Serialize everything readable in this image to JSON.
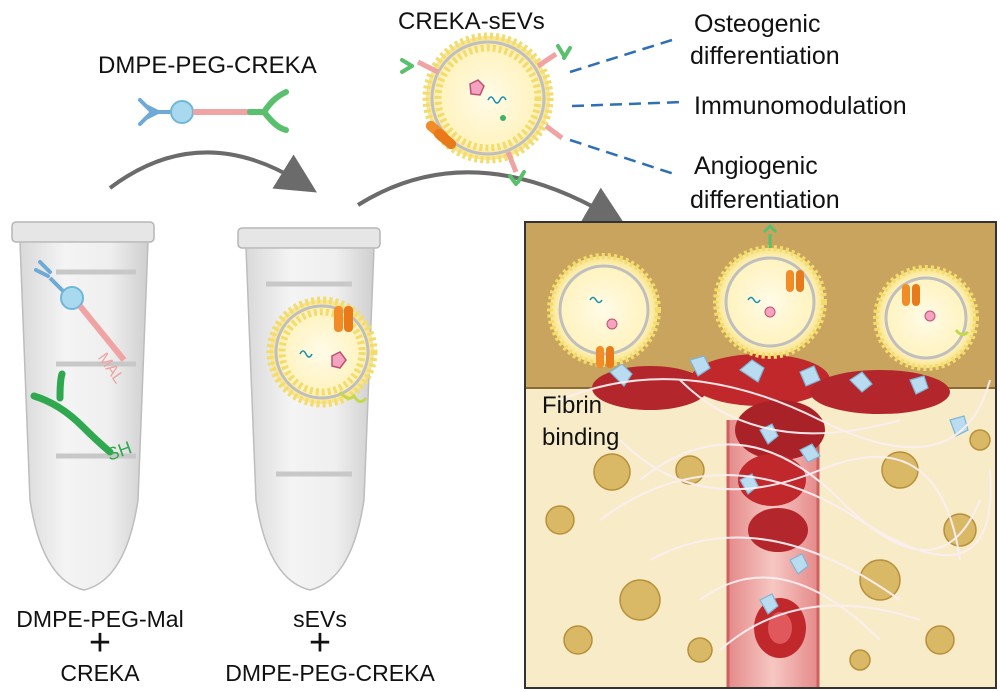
{
  "figure": {
    "linker_label": "DMPE-PEG-CREKA",
    "vesicle_label": "CREKA-sEVs",
    "effects": [
      {
        "line1": "Osteogenic",
        "line2": "differentiation"
      },
      {
        "line1": "Immunomodulation",
        "line2": ""
      },
      {
        "line1": "Angiogenic",
        "line2": "differentiation"
      }
    ],
    "tube1": {
      "mal_tag": "MAL",
      "sh_tag": "SH",
      "caption_top": "DMPE-PEG-Mal",
      "plus": "+",
      "caption_bottom": "CREKA"
    },
    "tube2": {
      "caption_top": "sEVs",
      "plus": "+",
      "caption_bottom": "DMPE-PEG-CREKA"
    },
    "tissue": {
      "label_line1": "Fibrin",
      "label_line2": "binding"
    }
  },
  "colors": {
    "mal_pink": "#f0a3a3",
    "sh_green": "#2fa84f",
    "tissue_bg": "#f8ecc8",
    "tissue_top": "#c9a45f",
    "blood_red": "#c0282c",
    "platelet": "#b9dcf0",
    "dash_blue": "#2e6fb5"
  },
  "icons": [
    "curved-arrow-icon",
    "lipid-anchor-icon",
    "creka-peptide-icon",
    "vesicle-icon"
  ]
}
